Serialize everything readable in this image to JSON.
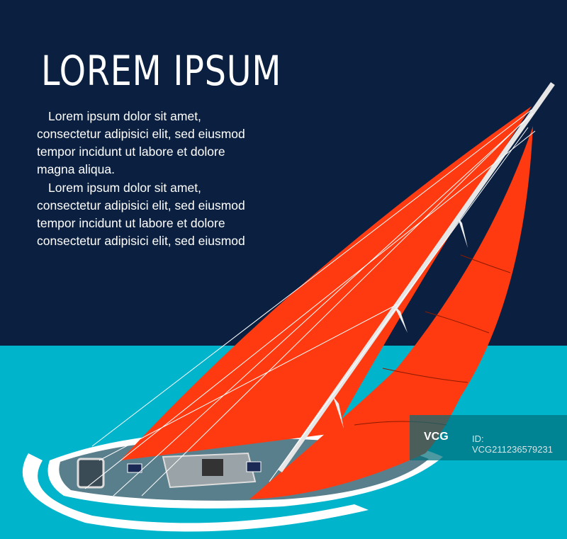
{
  "poster": {
    "headline": "LOREM IPSUM",
    "paragraphs": [
      [
        "Lorem ipsum dolor sit amet,",
        "consectetur adipisici elit, sed eiusmod",
        "tempor incidunt ut labore et dolore",
        "magna aliqua."
      ],
      [
        "Lorem ipsum dolor sit amet,",
        "consectetur adipisici elit, sed eiusmod",
        "tempor incidunt ut labore et dolore",
        "consectetur adipisici elit, sed eiusmod"
      ]
    ]
  },
  "watermark": {
    "logo": "VCG",
    "id": "ID: VCG211236579231"
  },
  "colors": {
    "sky": "#0b2040",
    "sea": "#00b4cc",
    "sail": "#ff3a10",
    "deck": "#5a7f8c",
    "hull": "#ffffff"
  }
}
